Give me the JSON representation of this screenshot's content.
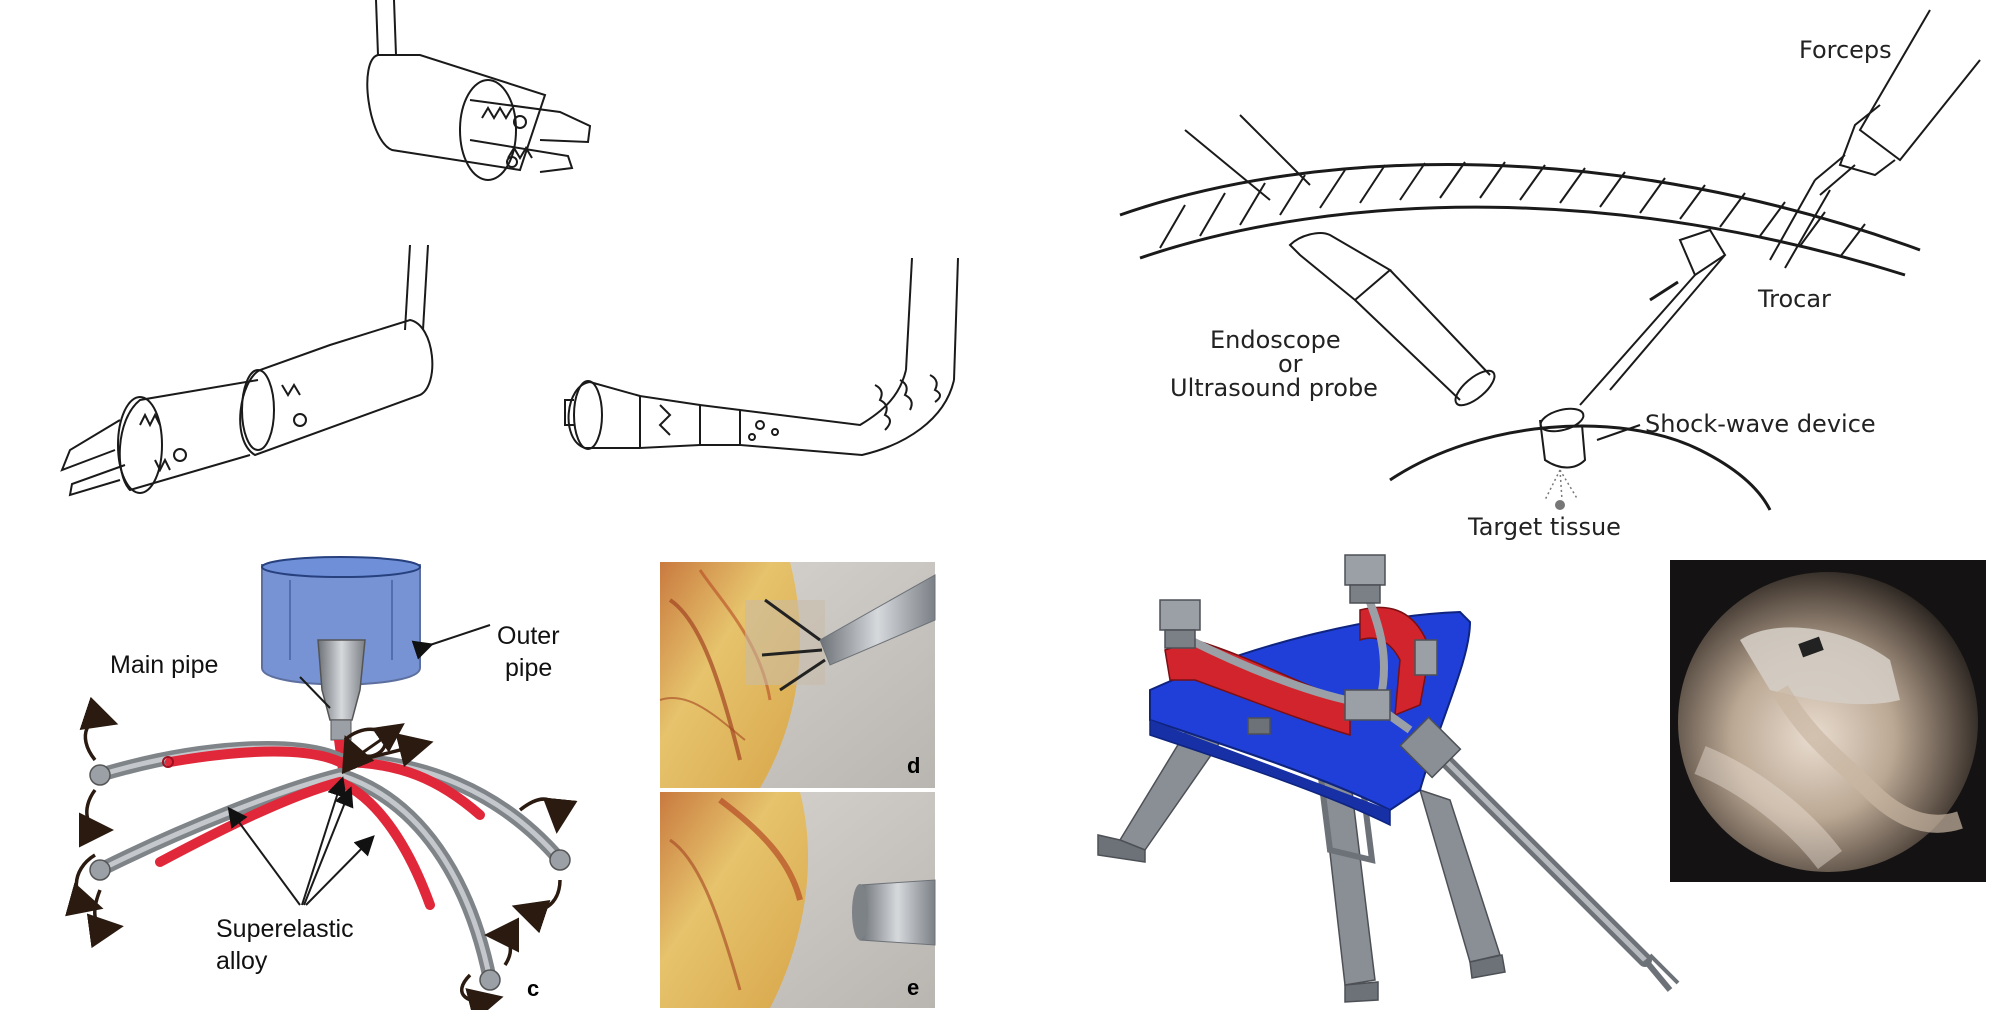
{
  "colors": {
    "red_alloy": "#e0283a",
    "blue_outer_pipe": "#4a6fc6",
    "blue_platform": "#1f3fd8",
    "red_bracket": "#d2242c",
    "gray_metal": "#8a8f95"
  },
  "panel_lower_left": {
    "main_pipe_label": "Main pipe",
    "outer_pipe_label_line1": "Outer",
    "outer_pipe_label_line2": "pipe",
    "alloy_label_line1": "Superelastic",
    "alloy_label_line2": "alloy",
    "letter_c": "c"
  },
  "panel_photos": {
    "letter_d": "d",
    "letter_e": "e"
  },
  "panel_top_right": {
    "forceps": "Forceps",
    "trocar": "Trocar",
    "endoscope_line1": "Endoscope",
    "endoscope_line2": "or",
    "endoscope_line3": "Ultrasound probe",
    "shock_wave": "Shock-wave device",
    "target_tissue": "Target tissue"
  }
}
